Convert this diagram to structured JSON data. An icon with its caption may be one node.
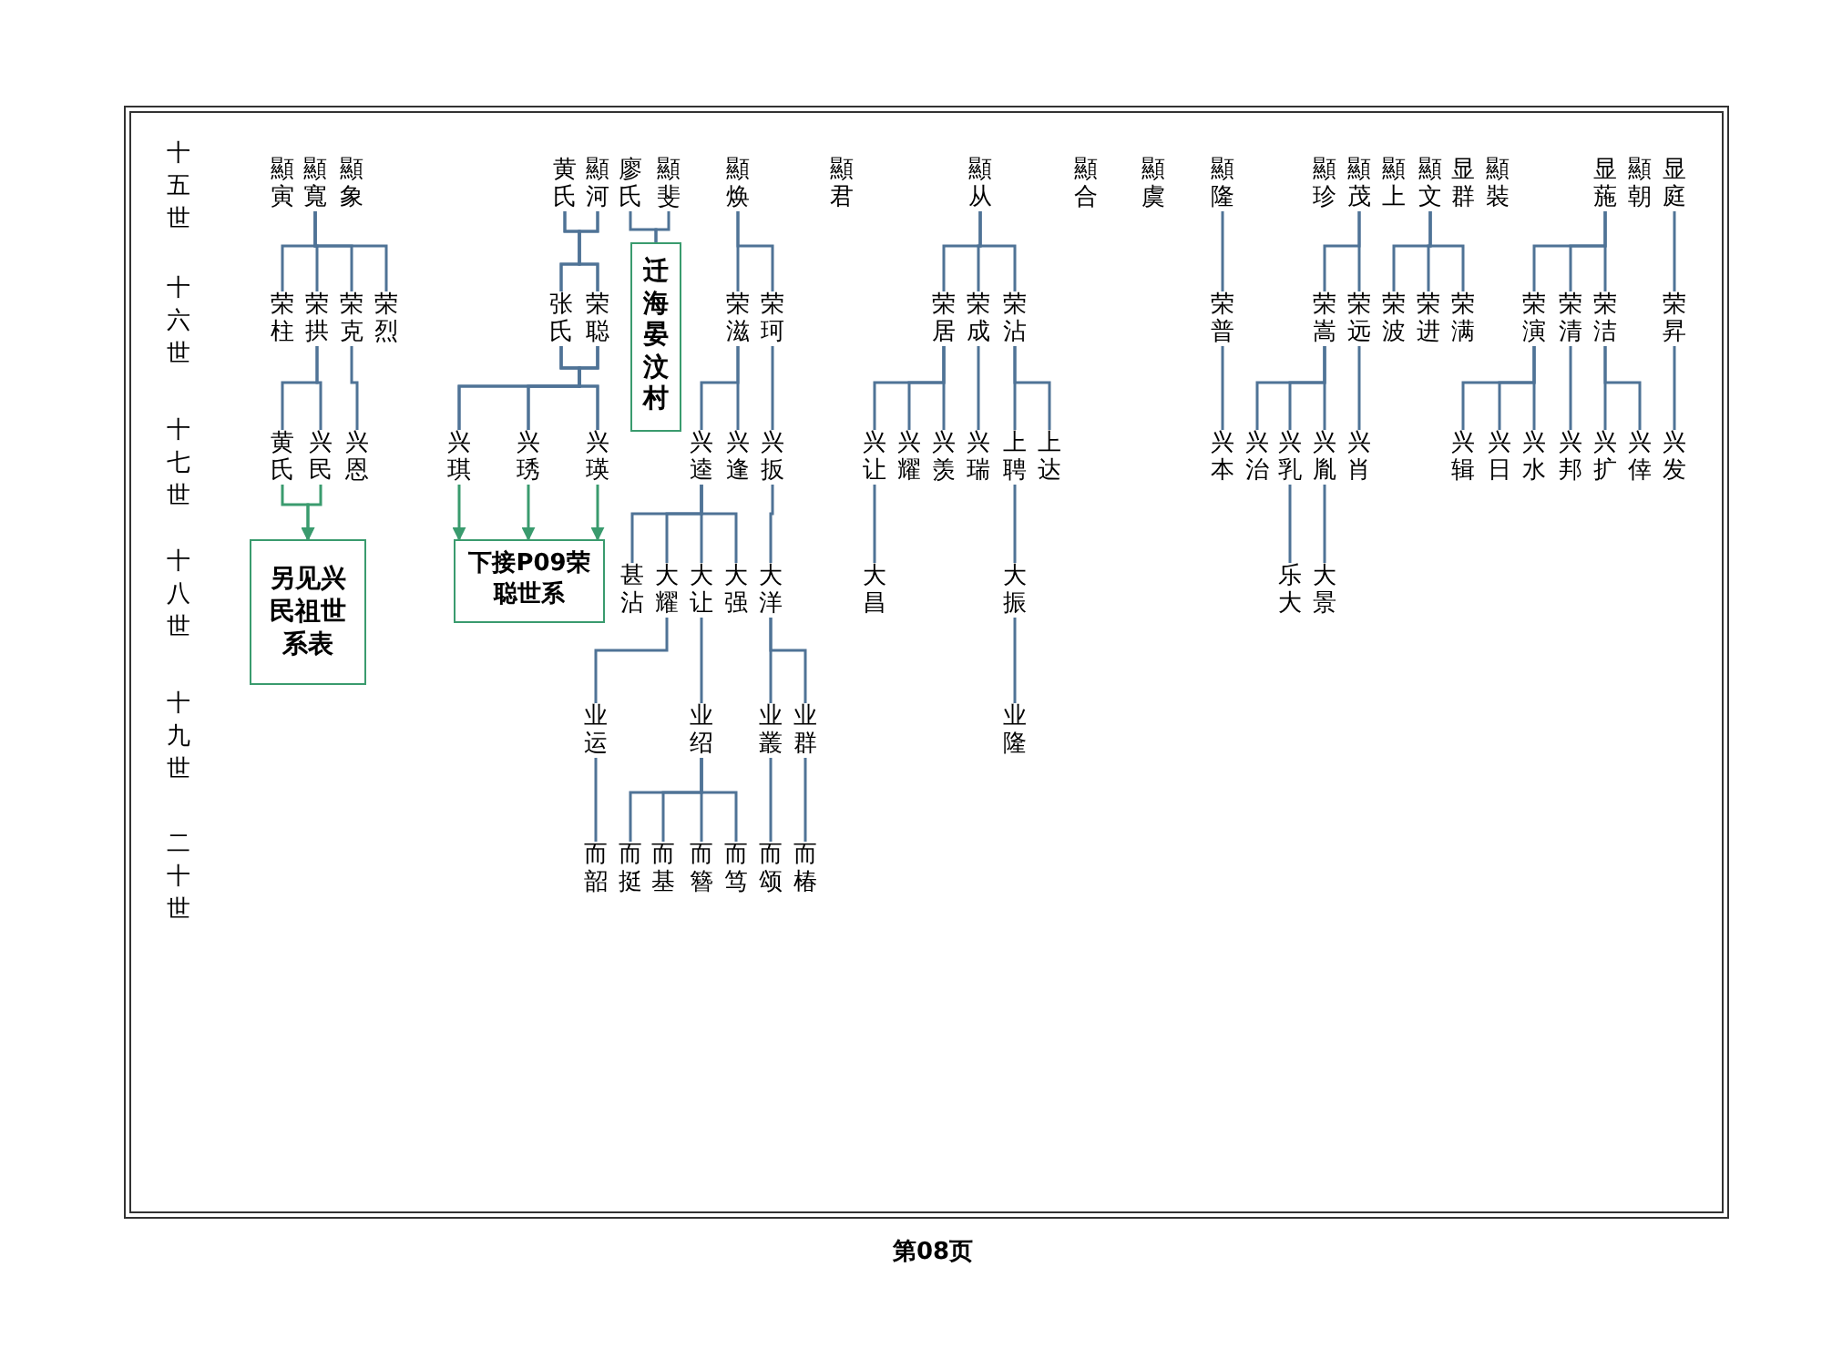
{
  "diagram": {
    "nodes": [
      {
        "text": [
          "顯寅"
        ]
      },
      {
        "text": [
          "顯寬"
        ]
      },
      {
        "text": [
          "顯象"
        ]
      },
      {
        "text": [
          "黄氏"
        ]
      },
      {
        "text": [
          "顯河"
        ]
      },
      {
        "text": [
          "廖氏"
        ]
      },
      {
        "text": [
          "顯斐"
        ]
      },
      {
        "text": [
          "顯焕"
        ]
      },
      {
        "text": [
          "顯君"
        ]
      },
      {
        "text": [
          "顯从"
        ]
      },
      {
        "text": [
          "顯合"
        ]
      },
      {
        "text": [
          "顯虞"
        ]
      },
      {
        "text": [
          "顯隆"
        ]
      },
      {
        "text": [
          "顯珍"
        ]
      },
      {
        "text": [
          "顯茂"
        ]
      },
      {
        "text": [
          "顯上"
        ]
      },
      {
        "text": [
          "顯文"
        ]
      },
      {
        "text": [
          "显群"
        ]
      },
      {
        "text": [
          "顯裝"
        ]
      },
      {
        "text": [
          "显葹"
        ]
      },
      {
        "text": [
          "顯朝"
        ]
      },
      {
        "text": [
          "显庭"
        ]
      },
      {
        "text": [
          "荣柱"
        ]
      },
      {
        "text": [
          "荣拱"
        ]
      },
      {
        "text": [
          "荣克"
        ]
      },
      {
        "text": [
          "荣烈"
        ]
      },
      {
        "text": [
          "张氏"
        ]
      },
      {
        "text": [
          "荣聪"
        ]
      },
      {
        "text": [
          "迁海晏汶村"
        ]
      },
      {
        "text": [
          "荣滋"
        ]
      },
      {
        "text": [
          "荣珂"
        ]
      },
      {
        "text": [
          "荣居"
        ]
      },
      {
        "text": [
          "荣成"
        ]
      },
      {
        "text": [
          "荣沾"
        ]
      },
      {
        "text": [
          "荣普"
        ]
      },
      {
        "text": [
          "荣嵩"
        ]
      },
      {
        "text": [
          "荣远"
        ]
      },
      {
        "text": [
          "荣波"
        ]
      },
      {
        "text": [
          "荣进"
        ]
      },
      {
        "text": [
          "荣满"
        ]
      },
      {
        "text": [
          "荣演"
        ]
      },
      {
        "text": [
          "荣清"
        ]
      },
      {
        "text": [
          "荣洁"
        ]
      },
      {
        "text": [
          "荣昇"
        ]
      },
      {
        "text": [
          "黄氏"
        ]
      },
      {
        "text": [
          "兴民"
        ]
      },
      {
        "text": [
          "兴恩"
        ]
      },
      {
        "text": [
          "兴琪"
        ]
      },
      {
        "text": [
          "兴琇"
        ]
      },
      {
        "text": [
          "兴瑛"
        ]
      },
      {
        "text": [
          "兴逵"
        ]
      },
      {
        "text": [
          "兴逢"
        ]
      },
      {
        "text": [
          "兴扳"
        ]
      },
      {
        "text": [
          "兴让"
        ]
      },
      {
        "text": [
          "兴耀"
        ]
      },
      {
        "text": [
          "兴羡"
        ]
      },
      {
        "text": [
          "兴瑞"
        ]
      },
      {
        "text": [
          "上聘"
        ]
      },
      {
        "text": [
          "上达"
        ]
      },
      {
        "text": [
          "兴本"
        ]
      },
      {
        "text": [
          "兴治"
        ]
      },
      {
        "text": [
          "兴乳"
        ]
      },
      {
        "text": [
          "兴胤"
        ]
      },
      {
        "text": [
          "兴肖"
        ]
      },
      {
        "text": [
          "兴辑"
        ]
      },
      {
        "text": [
          "兴日"
        ]
      },
      {
        "text": [
          "兴水"
        ]
      },
      {
        "text": [
          "兴邦"
        ]
      },
      {
        "text": [
          "兴扩"
        ]
      },
      {
        "text": [
          "兴倖"
        ]
      },
      {
        "text": [
          "兴发"
        ]
      },
      {
        "text": [
          "另见兴民祖世系表"
        ]
      },
      {
        "text": [
          "下接P09荣聪世系"
        ]
      },
      {
        "text": [
          "甚沾"
        ]
      },
      {
        "text": [
          "大耀"
        ]
      },
      {
        "text": [
          "大让"
        ]
      },
      {
        "text": [
          "大强"
        ]
      },
      {
        "text": [
          "大洋"
        ]
      },
      {
        "text": [
          "大昌"
        ]
      },
      {
        "text": [
          "大振"
        ]
      },
      {
        "text": [
          "乐大"
        ]
      },
      {
        "text": [
          "大景"
        ]
      },
      {
        "text": [
          "业运"
        ]
      },
      {
        "text": [
          "业绍"
        ]
      },
      {
        "text": [
          "业叢"
        ]
      },
      {
        "text": [
          "业群"
        ]
      },
      {
        "text": [
          "业隆"
        ]
      },
      {
        "text": [
          "而韶"
        ]
      },
      {
        "text": [
          "而挺"
        ]
      },
      {
        "text": [
          "而基"
        ]
      },
      {
        "text": [
          "而簪"
        ]
      },
      {
        "text": [
          "而笃"
        ]
      },
      {
        "text": [
          "而颂"
        ]
      },
      {
        "text": [
          "而椿"
        ]
      }
    ],
    "edges": [
      {
        "from": 1,
        "to": 22,
        "arrow": "none"
      },
      {
        "from": 1,
        "to": 23,
        "arrow": "none"
      },
      {
        "from": 1,
        "to": 24,
        "arrow": "none"
      },
      {
        "from": 1,
        "to": 25,
        "arrow": "none"
      },
      {
        "from": 3,
        "to": 26,
        "arrow": "none"
      },
      {
        "from": 3,
        "to": 27,
        "arrow": "none"
      },
      {
        "from": 4,
        "to": 26,
        "arrow": "none"
      },
      {
        "from": 4,
        "to": 27,
        "arrow": "none"
      },
      {
        "from": 5,
        "to": 28,
        "arrow": "none"
      },
      {
        "from": 6,
        "to": 28,
        "arrow": "none"
      },
      {
        "from": 7,
        "to": 29,
        "arrow": "none"
      },
      {
        "from": 7,
        "to": 30,
        "arrow": "none"
      },
      {
        "from": 9,
        "to": 31,
        "arrow": "none"
      },
      {
        "from": 9,
        "to": 32,
        "arrow": "none"
      },
      {
        "from": 9,
        "to": 33,
        "arrow": "none"
      },
      {
        "from": 12,
        "to": 34,
        "arrow": "none"
      },
      {
        "from": 14,
        "to": 35,
        "arrow": "none"
      },
      {
        "from": 14,
        "to": 36,
        "arrow": "none"
      },
      {
        "from": 16,
        "to": 37,
        "arrow": "none"
      },
      {
        "from": 16,
        "to": 38,
        "arrow": "none"
      },
      {
        "from": 16,
        "to": 39,
        "arrow": "none"
      },
      {
        "from": 19,
        "to": 40,
        "arrow": "none"
      },
      {
        "from": 19,
        "to": 41,
        "arrow": "none"
      },
      {
        "from": 19,
        "to": 42,
        "arrow": "none"
      },
      {
        "from": 21,
        "to": 43,
        "arrow": "none"
      },
      {
        "from": 23,
        "to": 44,
        "arrow": "none"
      },
      {
        "from": 23,
        "to": 45,
        "arrow": "none"
      },
      {
        "from": 24,
        "to": 46,
        "arrow": "none"
      },
      {
        "from": 26,
        "to": 47,
        "arrow": "none"
      },
      {
        "from": 26,
        "to": 48,
        "arrow": "none"
      },
      {
        "from": 26,
        "to": 49,
        "arrow": "none"
      },
      {
        "from": 27,
        "to": 47,
        "arrow": "none"
      },
      {
        "from": 27,
        "to": 48,
        "arrow": "none"
      },
      {
        "from": 27,
        "to": 49,
        "arrow": "none"
      },
      {
        "from": 29,
        "to": 50,
        "arrow": "none"
      },
      {
        "from": 29,
        "to": 51,
        "arrow": "none"
      },
      {
        "from": 30,
        "to": 52,
        "arrow": "none"
      },
      {
        "from": 31,
        "to": 53,
        "arrow": "none"
      },
      {
        "from": 31,
        "to": 54,
        "arrow": "none"
      },
      {
        "from": 31,
        "to": 55,
        "arrow": "none"
      },
      {
        "from": 32,
        "to": 56,
        "arrow": "none"
      },
      {
        "from": 33,
        "to": 57,
        "arrow": "none"
      },
      {
        "from": 33,
        "to": 58,
        "arrow": "none"
      },
      {
        "from": 34,
        "to": 59,
        "arrow": "none"
      },
      {
        "from": 35,
        "to": 60,
        "arrow": "none"
      },
      {
        "from": 35,
        "to": 61,
        "arrow": "none"
      },
      {
        "from": 35,
        "to": 62,
        "arrow": "none"
      },
      {
        "from": 36,
        "to": 63,
        "arrow": "none"
      },
      {
        "from": 40,
        "to": 64,
        "arrow": "none"
      },
      {
        "from": 40,
        "to": 65,
        "arrow": "none"
      },
      {
        "from": 40,
        "to": 66,
        "arrow": "none"
      },
      {
        "from": 41,
        "to": 67,
        "arrow": "none"
      },
      {
        "from": 42,
        "to": 68,
        "arrow": "none"
      },
      {
        "from": 42,
        "to": 69,
        "arrow": "none"
      },
      {
        "from": 43,
        "to": 70,
        "arrow": "none"
      },
      {
        "from": 44,
        "to": 71,
        "arrow": "to",
        "color": "#3a9b6e"
      },
      {
        "from": 45,
        "to": 71,
        "arrow": "to",
        "color": "#3a9b6e"
      },
      {
        "from": 47,
        "to": 72,
        "arrow": "to",
        "color": "#3a9b6e"
      },
      {
        "from": 48,
        "to": 72,
        "arrow": "to",
        "color": "#3a9b6e"
      },
      {
        "from": 49,
        "to": 72,
        "arrow": "to",
        "color": "#3a9b6e"
      },
      {
        "from": 50,
        "to": 73,
        "arrow": "none"
      },
      {
        "from": 50,
        "to": 74,
        "arrow": "none"
      },
      {
        "from": 50,
        "to": 75,
        "arrow": "none"
      },
      {
        "from": 50,
        "to": 76,
        "arrow": "none"
      },
      {
        "from": 52,
        "to": 77,
        "arrow": "none"
      },
      {
        "from": 53,
        "to": 78,
        "arrow": "none"
      },
      {
        "from": 57,
        "to": 79,
        "arrow": "none"
      },
      {
        "from": 61,
        "to": 80,
        "arrow": "none"
      },
      {
        "from": 62,
        "to": 81,
        "arrow": "none"
      },
      {
        "from": 74,
        "to": 82,
        "arrow": "none"
      },
      {
        "from": 75,
        "to": 83,
        "arrow": "none"
      },
      {
        "from": 77,
        "to": 84,
        "arrow": "none"
      },
      {
        "from": 77,
        "to": 85,
        "arrow": "none"
      },
      {
        "from": 79,
        "to": 86,
        "arrow": "none"
      },
      {
        "from": 82,
        "to": 87,
        "arrow": "none"
      },
      {
        "from": 83,
        "to": 88,
        "arrow": "none"
      },
      {
        "from": 83,
        "to": 89,
        "arrow": "none"
      },
      {
        "from": 83,
        "to": 90,
        "arrow": "none"
      },
      {
        "from": 83,
        "to": 91,
        "arrow": "none"
      },
      {
        "from": 84,
        "to": 92,
        "arrow": "none"
      },
      {
        "from": 85,
        "to": 93,
        "arrow": "none"
      }
    ],
    "labels": [
      "十五世",
      "十六世",
      "十七世",
      "十八世",
      "十九世",
      "二十世",
      "第08页"
    ]
  }
}
